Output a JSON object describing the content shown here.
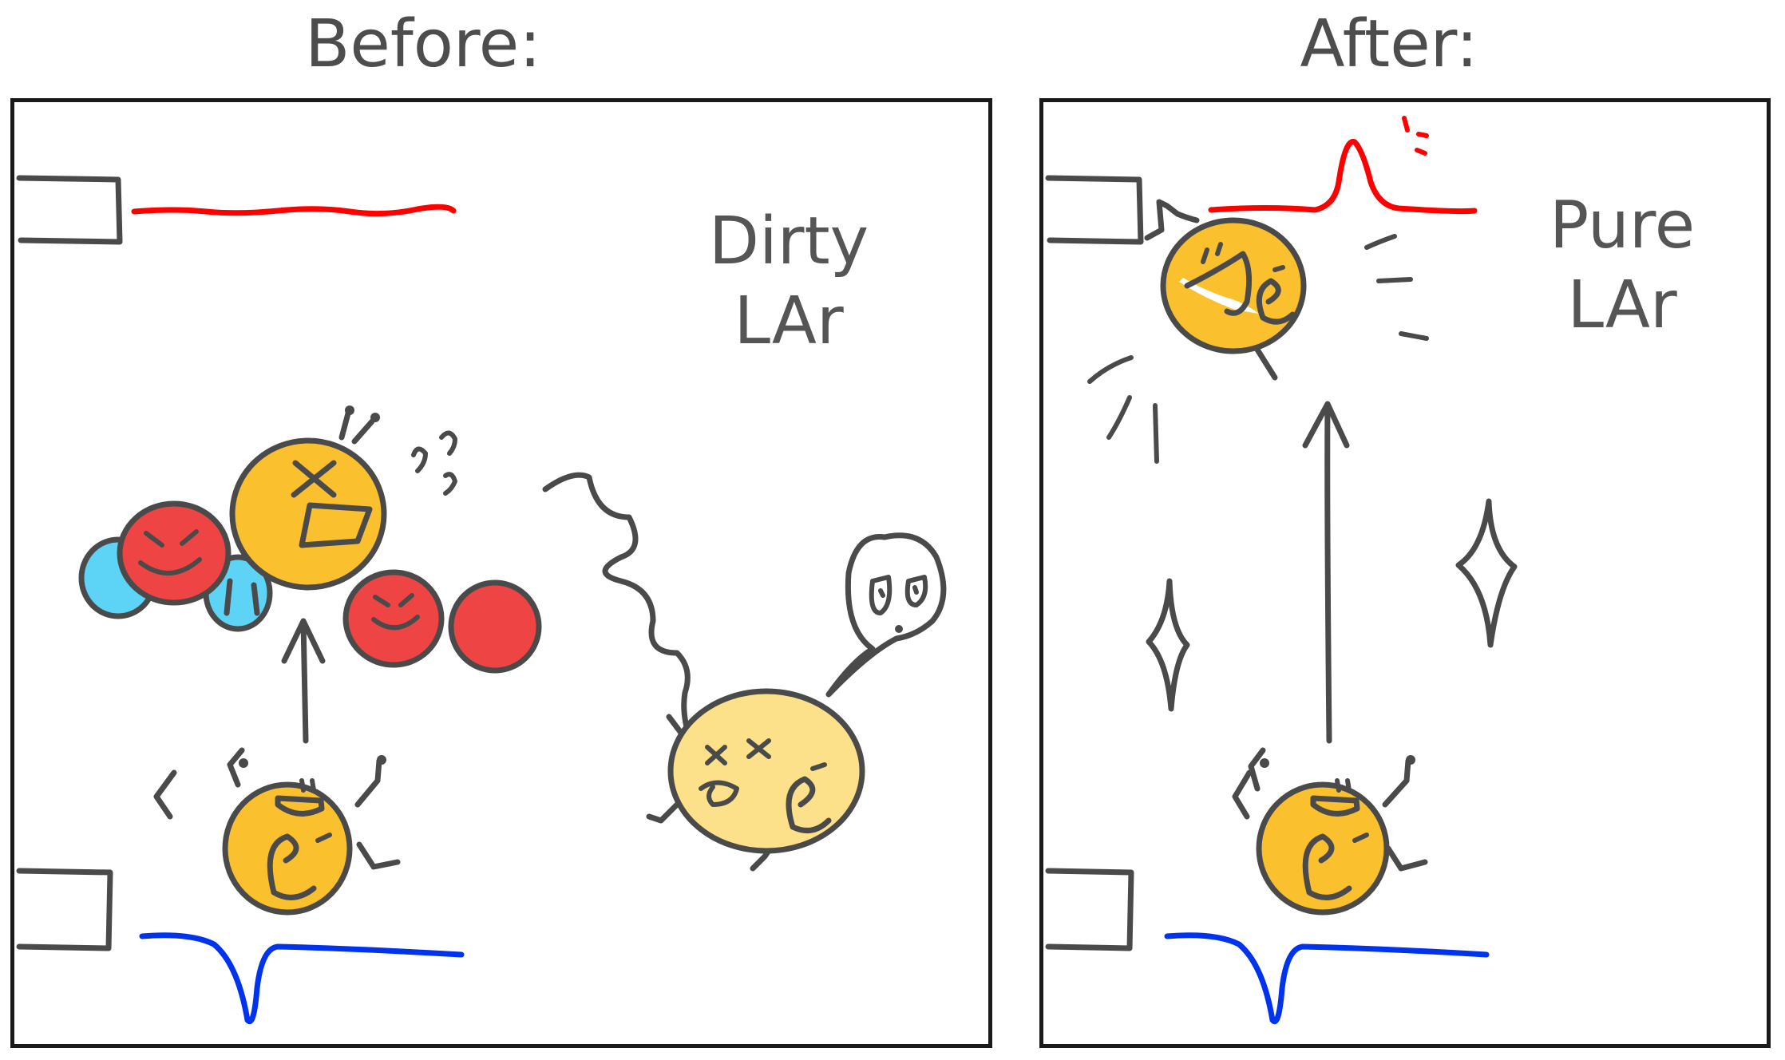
{
  "panels": {
    "before": {
      "heading": "Before:",
      "label_line1": "Dirty",
      "label_line2": "LAr",
      "signals": {
        "anode": "flat",
        "cathode": "dip"
      }
    },
    "after": {
      "heading": "After:",
      "label_line1": "Pure",
      "label_line2": "LAr",
      "signals": {
        "anode": "peak",
        "cathode": "dip"
      }
    }
  },
  "characters": {
    "electron_symbol": "e",
    "electron_charge": "-"
  },
  "colors": {
    "ink": "#4a4a4a",
    "electron": "#fbc02d",
    "electron_dead": "#fde08a",
    "oxygen": "#ef4444",
    "hydrogen": "#5dd3f5",
    "anode_signal": "#ff0000",
    "cathode_signal": "#0033ee"
  },
  "icons": [
    "electrode-bracket",
    "electron-character",
    "water-molecule",
    "sparkle-icon",
    "speech-bubble",
    "wavy-arrow"
  ]
}
